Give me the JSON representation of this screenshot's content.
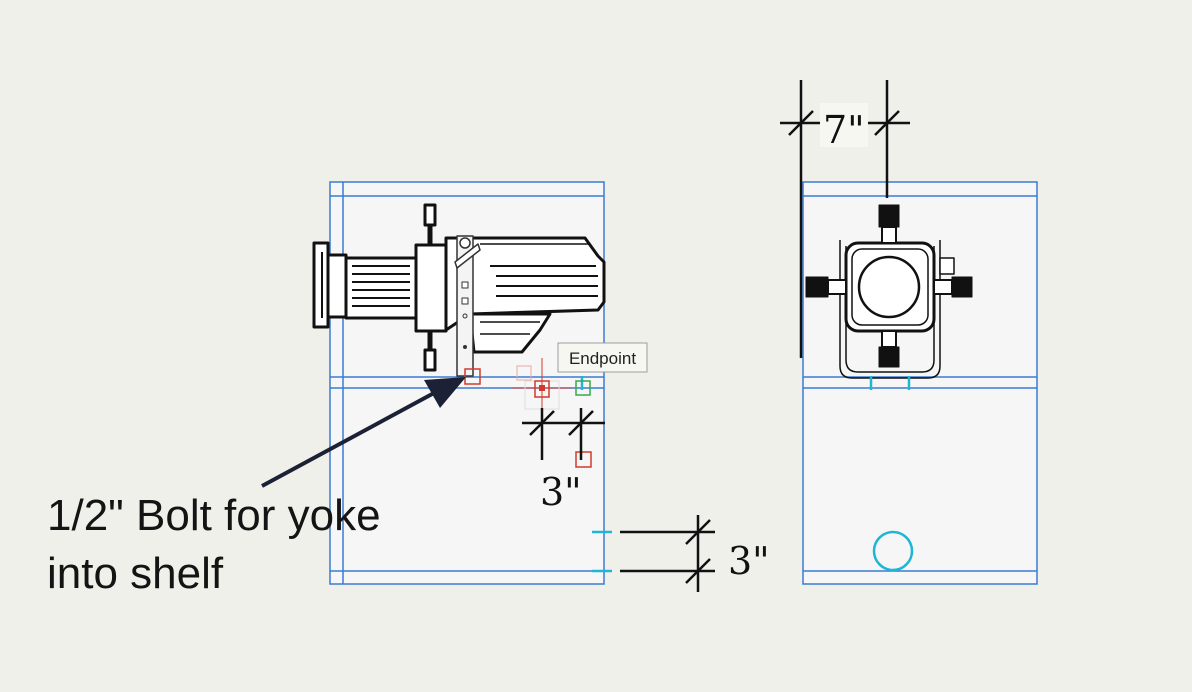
{
  "callout": {
    "line1": "1/2\" Bolt for yoke",
    "line2": "into shelf"
  },
  "tooltip": {
    "label": "Endpoint"
  },
  "dimensions": {
    "top_width": "7\"",
    "bolt_offset": "3\"",
    "shelf_depth": "3\""
  },
  "colors": {
    "background": "#f0f0eb",
    "cabinet_line": "#3a7bd5",
    "cabinet_fill": "#f6f6f6",
    "cyan_marker": "#1fb5d6",
    "snap_red": "#d03a2e",
    "snap_green": "#3aa84a",
    "ink": "#111111",
    "arrow": "#1c2136"
  },
  "icons": {
    "side_fixture": "ellipsoidal-spotlight-side-icon",
    "front_fixture": "ellipsoidal-spotlight-front-icon",
    "arrow": "callout-arrow-icon"
  }
}
